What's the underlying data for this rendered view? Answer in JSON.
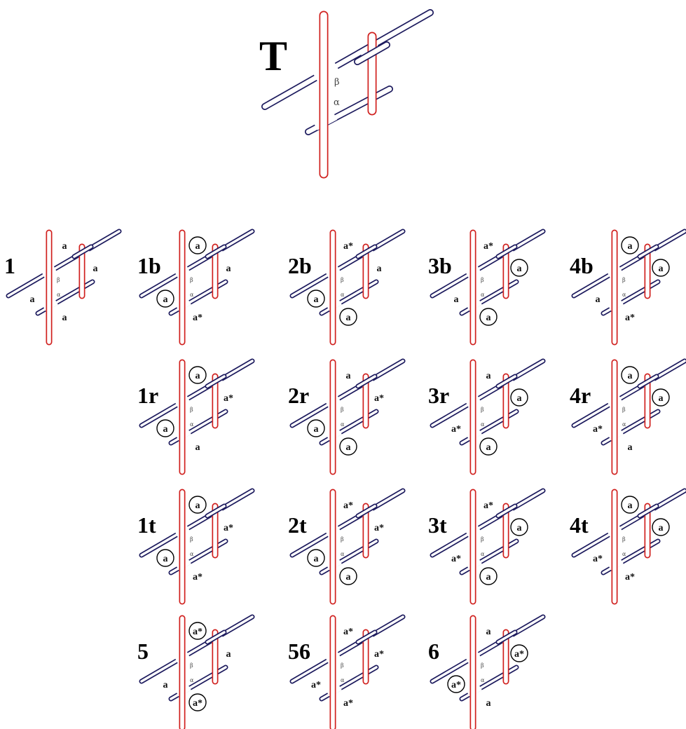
{
  "main_panel": {
    "label": "T",
    "beta": "β",
    "alpha": "α"
  },
  "panels": [
    {
      "id": "1",
      "label": "1",
      "sites": {
        "top": "a",
        "right": "a",
        "left": "a",
        "bottom": "a"
      },
      "circled": []
    },
    {
      "id": "1b",
      "label": "1b",
      "sites": {
        "top": "a",
        "right": "a",
        "left": "a",
        "bottom": "a*"
      },
      "circled": [
        "top",
        "left"
      ]
    },
    {
      "id": "2b",
      "label": "2b",
      "sites": {
        "top": "a*",
        "right": "a",
        "left": "a",
        "bottom": "a"
      },
      "circled": [
        "left",
        "bottom"
      ]
    },
    {
      "id": "3b",
      "label": "3b",
      "sites": {
        "top": "a*",
        "right": "a",
        "left": "a",
        "bottom": "a"
      },
      "circled": [
        "right",
        "bottom"
      ]
    },
    {
      "id": "4b",
      "label": "4b",
      "sites": {
        "top": "a",
        "right": "a",
        "left": "a",
        "bottom": "a*"
      },
      "circled": [
        "top",
        "right"
      ]
    },
    {
      "id": "1r",
      "label": "1r",
      "sites": {
        "top": "a",
        "right": "a*",
        "left": "a",
        "bottom": "a"
      },
      "circled": [
        "top",
        "left"
      ]
    },
    {
      "id": "2r",
      "label": "2r",
      "sites": {
        "top": "a",
        "right": "a*",
        "left": "a",
        "bottom": "a"
      },
      "circled": [
        "left",
        "bottom"
      ]
    },
    {
      "id": "3r",
      "label": "3r",
      "sites": {
        "top": "a",
        "right": "a",
        "left": "a*",
        "bottom": "a"
      },
      "circled": [
        "right",
        "bottom"
      ]
    },
    {
      "id": "4r",
      "label": "4r",
      "sites": {
        "top": "a",
        "right": "a",
        "left": "a*",
        "bottom": "a"
      },
      "circled": [
        "top",
        "right"
      ]
    },
    {
      "id": "1t",
      "label": "1t",
      "sites": {
        "top": "a",
        "right": "a*",
        "left": "a",
        "bottom": "a*"
      },
      "circled": [
        "top",
        "left"
      ]
    },
    {
      "id": "2t",
      "label": "2t",
      "sites": {
        "top": "a*",
        "right": "a*",
        "left": "a",
        "bottom": "a"
      },
      "circled": [
        "left",
        "bottom"
      ]
    },
    {
      "id": "3t",
      "label": "3t",
      "sites": {
        "top": "a*",
        "right": "a",
        "left": "a*",
        "bottom": "a"
      },
      "circled": [
        "right",
        "bottom"
      ]
    },
    {
      "id": "4t",
      "label": "4t",
      "sites": {
        "top": "a",
        "right": "a",
        "left": "a*",
        "bottom": "a*"
      },
      "circled": [
        "top",
        "right"
      ]
    },
    {
      "id": "5",
      "label": "5",
      "sites": {
        "top": "a*",
        "right": "a",
        "left": "a",
        "bottom": "a*"
      },
      "circled": [
        "top",
        "bottom"
      ]
    },
    {
      "id": "56",
      "label": "56",
      "sites": {
        "top": "a*",
        "right": "a*",
        "left": "a*",
        "bottom": "a*"
      },
      "circled": []
    },
    {
      "id": "6",
      "label": "6",
      "sites": {
        "top": "a",
        "right": "a*",
        "left": "a*",
        "bottom": "a"
      },
      "circled": [
        "right",
        "left"
      ]
    }
  ],
  "small_greek": {
    "beta": "β",
    "alpha": "α"
  },
  "colors": {
    "vertical_rod": "#d0201e",
    "horizontal_rod": "#1d1b5e",
    "text": "#000000"
  }
}
